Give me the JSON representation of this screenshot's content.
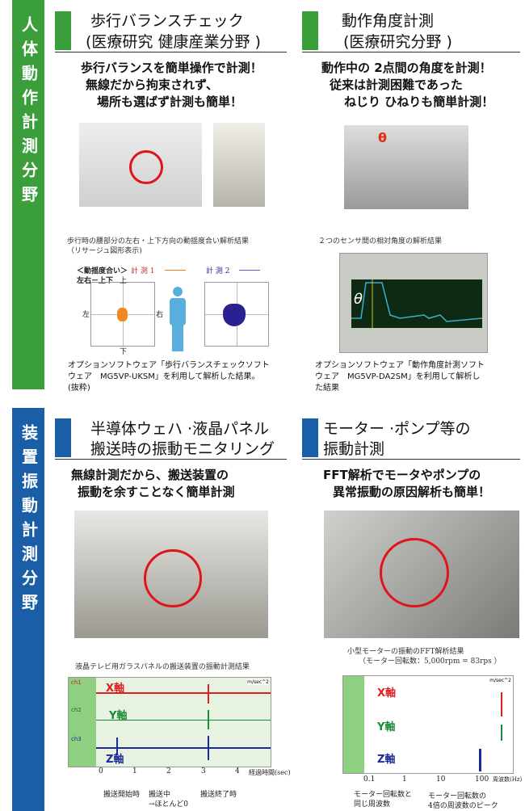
{
  "bands": {
    "top": "人体動作計測分野",
    "bottom": "装置振動計測分野"
  },
  "sections": [
    {
      "title1": "歩行バランスチェック",
      "title2": "(医療研究  健康産業分野 )",
      "lead": [
        "歩行バランスを簡単操作で計測！",
        "無線だから拘束されず、",
        "場所も選ばず計測も簡単！"
      ],
      "caption": [
        "歩行時の腰部分の左右・上下方向の動揺度合い解析結果",
        "（リサージュ図形表示)"
      ],
      "note": [
        "オプションソフトウェア「歩行バランスチェックソフト",
        "ウェア　MG5VP-UKSM」を利用して解析した結果。",
        "(抜粋)"
      ],
      "chart": {
        "legend_title": "＜動揺度合い＞",
        "axis_label": "左右－上下",
        "series1": "計 測 1",
        "series2": "計 測 2",
        "up": "上",
        "down": "下",
        "left": "左",
        "right": "右"
      }
    },
    {
      "title1": "動作角度計測",
      "title2": "(医療研究分野 )",
      "lead": [
        "動作中の 2点間の角度を計測！",
        "従来は計測困難であった",
        "ねじり ひねりも簡単計測！"
      ],
      "caption": [
        "２つのセンサ間の相対角度の解析結果"
      ],
      "note": [
        "オプションソフトウェア「動作角度計測ソフト",
        "ウェア　MG5VP-DA2SM」を利用して解析し",
        "た結果"
      ],
      "theta": "θ"
    },
    {
      "title1": "半導体ウェハ ·液晶パネル",
      "title2": "搬送時の振動モニタリング",
      "lead": [
        "無線計測だから、搬送装置の",
        "振動を余すことなく簡単計測"
      ],
      "caption": [
        "液晶テレビ用ガラスパネルの搬送装置の振動計測結果"
      ],
      "chart": {
        "axes": [
          "X軸",
          "Y軸",
          "Z軸"
        ],
        "channels": [
          "ch1",
          "ch2",
          "ch3"
        ],
        "unit": "m/sec^2",
        "xticks": [
          "0",
          "1",
          "2",
          "3",
          "4"
        ],
        "xlabel": "経過時間(sec)",
        "annotations": [
          "搬送開始時",
          "搬送中",
          "→ほとんど0",
          "搬送終了時"
        ],
        "colors": [
          "#e02020",
          "#1a8a3a",
          "#1a2a9a"
        ]
      }
    },
    {
      "title1": "モーター ·ポンプ等の",
      "title2": "振動計測",
      "lead": [
        "FFT解析でモータやポンプの",
        "異常振動の原因解析も簡単！"
      ],
      "caption": [
        "小型モーターの振動のFFT解析結果",
        "（モーター回転数：5,000rpm = 83rps ）"
      ],
      "chart": {
        "axes": [
          "X軸",
          "Y軸",
          "Z軸"
        ],
        "unit": "m/sec^2",
        "xticks": [
          "0.1",
          "1",
          "10",
          "100"
        ],
        "xlabel": "周波数(Hz)",
        "annotations": [
          "モーター回転数と",
          "同じ周波数",
          "モーター回転数の",
          "4倍の周波数のピーク"
        ]
      }
    }
  ]
}
